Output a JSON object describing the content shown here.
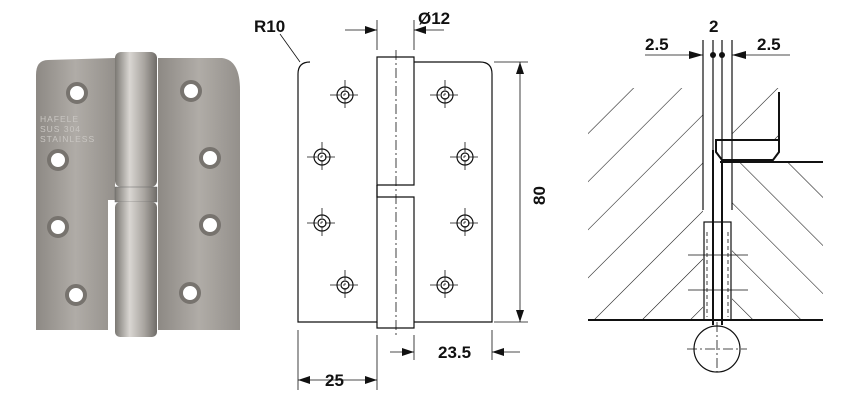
{
  "photo": {
    "engraving": [
      "HAFELE",
      "SUS 304",
      "STAINLESS"
    ]
  },
  "front_view": {
    "radius_label": "R10",
    "pin_diameter_label": "Ø12",
    "height_label": "80",
    "leaf_width_left_label": "25",
    "leaf_width_right_label": "23.5"
  },
  "section_view": {
    "gap_left_label": "2.5",
    "thickness_label": "2",
    "gap_right_label": "2.5"
  },
  "colors": {
    "line": "#111111",
    "metal": "#a19d98"
  }
}
